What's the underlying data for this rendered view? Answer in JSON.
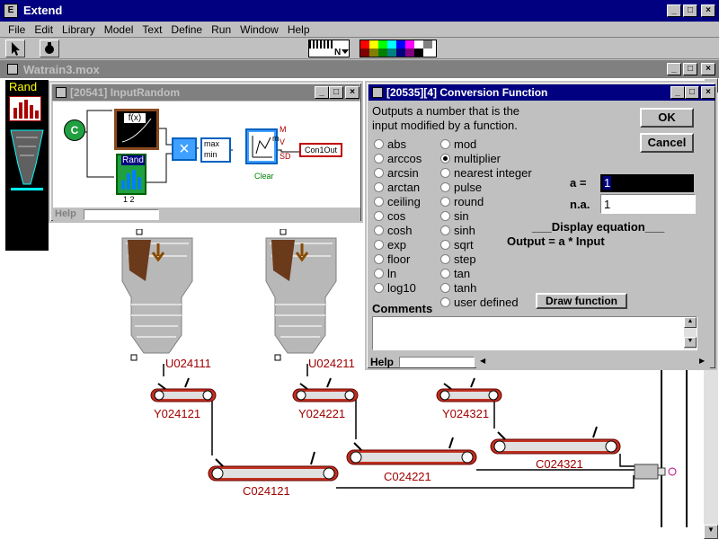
{
  "app": {
    "title": "Extend"
  },
  "menu": [
    "File",
    "Edit",
    "Library",
    "Model",
    "Text",
    "Define",
    "Run",
    "Window",
    "Help"
  ],
  "toolbar": {
    "pattern_label": "N"
  },
  "palette": [
    "#ff0000",
    "#ffff00",
    "#00ff00",
    "#00ffff",
    "#0000ff",
    "#ff00ff",
    "#ffffff",
    "#808080",
    "#800000",
    "#808000",
    "#008000",
    "#008080",
    "#000080",
    "#800080",
    "#000000"
  ],
  "model_window": {
    "title": "Watrain3.mox"
  },
  "library_panel": {
    "label": "Rand"
  },
  "input_random": {
    "title": "[20541]  InputRandom",
    "help_label": "Help",
    "blocks": {
      "c": "C",
      "fx": "f(x)",
      "rand": "Rand",
      "rand_ports": "1  2",
      "max": "max",
      "min": "min",
      "m": "M",
      "v": "V",
      "sd": "SD",
      "m_sub": "m",
      "clear": "Clear",
      "con_out": "Con1Out"
    }
  },
  "conversion": {
    "title": "[20535][4]   Conversion Function",
    "description_line1": "Outputs a number that is the",
    "description_line2": "input modified by a function.",
    "ok_label": "OK",
    "cancel_label": "Cancel",
    "functions_col1": [
      "abs",
      "arccos",
      "arcsin",
      "arctan",
      "ceiling",
      "cos",
      "cosh",
      "exp",
      "floor",
      "ln",
      "log10"
    ],
    "functions_col2": [
      "mod",
      "multiplier",
      "nearest integer",
      "pulse",
      "round",
      "sin",
      "sinh",
      "sqrt",
      "step",
      "tan",
      "tanh",
      "user defined"
    ],
    "selected_function": "multiplier",
    "a_label": "a =",
    "a_value": "1",
    "na_label": "n.a.",
    "na_value": "1",
    "display_equation_label": "___Display equation___",
    "equation": "Output = a * Input",
    "draw_function_label": "Draw function",
    "comments_label": "Comments",
    "help_label": "Help"
  },
  "model_labels": {
    "u1": "U024111",
    "u2": "U024211",
    "y1": "Y024121",
    "y2": "Y024221",
    "y3": "Y024321",
    "c1": "C024121",
    "c2": "C024221",
    "c3": "C024321"
  }
}
